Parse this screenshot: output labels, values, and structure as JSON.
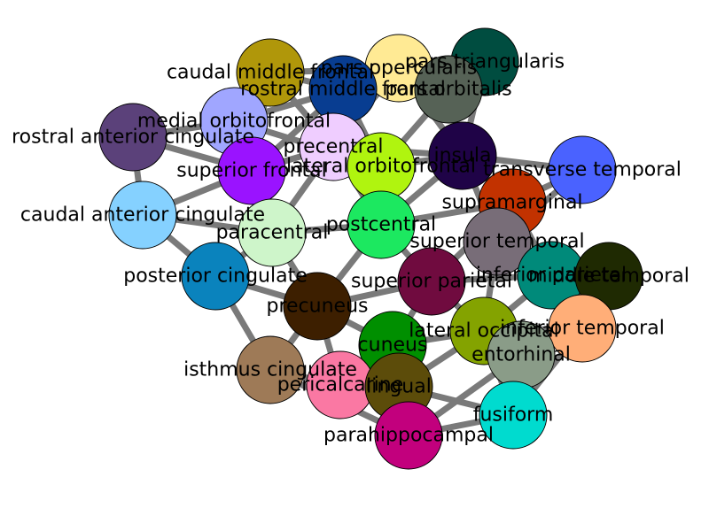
{
  "graph": {
    "nodes": [
      {
        "id": "caudal-middle-frontal",
        "label": "caudal middle frontal",
        "color": "#b0970a"
      },
      {
        "id": "pars-opercularis",
        "label": "pars opercularis",
        "color": "#ffea94"
      },
      {
        "id": "pars-triangularis",
        "label": "pars triangularis",
        "color": "#004d40"
      },
      {
        "id": "rostral-middle-frontal",
        "label": "rostral middle frontal",
        "color": "#083d91"
      },
      {
        "id": "pars-orbitalis",
        "label": "pars orbitalis",
        "color": "#566256"
      },
      {
        "id": "medial-orbitofrontal",
        "label": "medial orbitofrontal",
        "color": "#a0a6ff"
      },
      {
        "id": "rostral-anterior-cingulate",
        "label": "rostral anterior cingulate",
        "color": "#5b417a"
      },
      {
        "id": "precentral",
        "label": "precentral",
        "color": "#efcdff"
      },
      {
        "id": "insula",
        "label": "insula",
        "color": "#1f0347"
      },
      {
        "id": "lateral-orbitofrontal",
        "label": "lateral orbitofrontal",
        "color": "#b0f40f"
      },
      {
        "id": "superior-frontal",
        "label": "superior frontal",
        "color": "#9a13ff"
      },
      {
        "id": "transverse-temporal",
        "label": "transverse temporal",
        "color": "#4a62ff"
      },
      {
        "id": "caudal-anterior-cingulate",
        "label": "caudal anterior cingulate",
        "color": "#85d1ff"
      },
      {
        "id": "supramarginal",
        "label": "supramarginal",
        "color": "#c23200"
      },
      {
        "id": "postcentral",
        "label": "postcentral",
        "color": "#1ce860"
      },
      {
        "id": "paracentral",
        "label": "paracentral",
        "color": "#cef5ca"
      },
      {
        "id": "superior-temporal",
        "label": "superior temporal",
        "color": "#786d78"
      },
      {
        "id": "inferior-parietal",
        "label": "inferior parietal",
        "color": "#008a7a"
      },
      {
        "id": "middle-temporal",
        "label": "middle temporal",
        "color": "#1f2a02"
      },
      {
        "id": "posterior-cingulate",
        "label": "posterior cingulate",
        "color": "#0a83bd"
      },
      {
        "id": "superior-parietal",
        "label": "superior parietal",
        "color": "#700b3f"
      },
      {
        "id": "precuneus",
        "label": "precuneus",
        "color": "#3d1f00"
      },
      {
        "id": "lateral-occipital",
        "label": "lateral occipital",
        "color": "#84a300"
      },
      {
        "id": "inferior-temporal",
        "label": "inferior temporal",
        "color": "#ffae78"
      },
      {
        "id": "cuneus",
        "label": "cuneus",
        "color": "#008f00"
      },
      {
        "id": "entorhinal",
        "label": "entorhinal",
        "color": "#8a9c88"
      },
      {
        "id": "isthmus-cingulate",
        "label": "isthmus cingulate",
        "color": "#9e7a57"
      },
      {
        "id": "pericalcarine",
        "label": "pericalcarine",
        "color": "#fa78a3"
      },
      {
        "id": "lingual",
        "label": "lingual",
        "color": "#5c4c0a"
      },
      {
        "id": "fusiform",
        "label": "fusiform",
        "color": "#00dbcf"
      },
      {
        "id": "parahippocampal",
        "label": "parahippocampal",
        "color": "#c2007d"
      }
    ],
    "edges": [
      [
        "caudal-middle-frontal",
        "rostral-middle-frontal"
      ],
      [
        "caudal-middle-frontal",
        "precentral"
      ],
      [
        "caudal-middle-frontal",
        "superior-frontal"
      ],
      [
        "caudal-middle-frontal",
        "pars-opercularis"
      ],
      [
        "rostral-middle-frontal",
        "pars-opercularis"
      ],
      [
        "rostral-middle-frontal",
        "pars-triangularis"
      ],
      [
        "rostral-middle-frontal",
        "pars-orbitalis"
      ],
      [
        "rostral-middle-frontal",
        "superior-frontal"
      ],
      [
        "rostral-middle-frontal",
        "lateral-orbitofrontal"
      ],
      [
        "rostral-middle-frontal",
        "precentral"
      ],
      [
        "pars-opercularis",
        "pars-triangularis"
      ],
      [
        "pars-opercularis",
        "precentral"
      ],
      [
        "pars-opercularis",
        "insula"
      ],
      [
        "pars-triangularis",
        "pars-orbitalis"
      ],
      [
        "pars-triangularis",
        "insula"
      ],
      [
        "pars-orbitalis",
        "lateral-orbitofrontal"
      ],
      [
        "pars-orbitalis",
        "insula"
      ],
      [
        "medial-orbitofrontal",
        "rostral-anterior-cingulate"
      ],
      [
        "medial-orbitofrontal",
        "superior-frontal"
      ],
      [
        "medial-orbitofrontal",
        "lateral-orbitofrontal"
      ],
      [
        "medial-orbitofrontal",
        "rostral-middle-frontal"
      ],
      [
        "rostral-anterior-cingulate",
        "superior-frontal"
      ],
      [
        "rostral-anterior-cingulate",
        "caudal-anterior-cingulate"
      ],
      [
        "superior-frontal",
        "caudal-anterior-cingulate"
      ],
      [
        "superior-frontal",
        "paracentral"
      ],
      [
        "superior-frontal",
        "precentral"
      ],
      [
        "precentral",
        "postcentral"
      ],
      [
        "precentral",
        "paracentral"
      ],
      [
        "precentral",
        "insula"
      ],
      [
        "lateral-orbitofrontal",
        "insula"
      ],
      [
        "insula",
        "transverse-temporal"
      ],
      [
        "insula",
        "supramarginal"
      ],
      [
        "insula",
        "superior-temporal"
      ],
      [
        "insula",
        "postcentral"
      ],
      [
        "transverse-temporal",
        "supramarginal"
      ],
      [
        "transverse-temporal",
        "superior-temporal"
      ],
      [
        "caudal-anterior-cingulate",
        "paracentral"
      ],
      [
        "caudal-anterior-cingulate",
        "posterior-cingulate"
      ],
      [
        "paracentral",
        "posterior-cingulate"
      ],
      [
        "paracentral",
        "precuneus"
      ],
      [
        "paracentral",
        "postcentral"
      ],
      [
        "postcentral",
        "supramarginal"
      ],
      [
        "postcentral",
        "superior-parietal"
      ],
      [
        "postcentral",
        "precuneus"
      ],
      [
        "supramarginal",
        "superior-temporal"
      ],
      [
        "supramarginal",
        "inferior-parietal"
      ],
      [
        "supramarginal",
        "superior-parietal"
      ],
      [
        "superior-temporal",
        "middle-temporal"
      ],
      [
        "superior-temporal",
        "inferior-parietal"
      ],
      [
        "superior-temporal",
        "lateral-occipital"
      ],
      [
        "inferior-parietal",
        "middle-temporal"
      ],
      [
        "inferior-parietal",
        "lateral-occipital"
      ],
      [
        "inferior-parietal",
        "superior-parietal"
      ],
      [
        "middle-temporal",
        "inferior-temporal"
      ],
      [
        "inferior-temporal",
        "lateral-occipital"
      ],
      [
        "inferior-temporal",
        "entorhinal"
      ],
      [
        "inferior-temporal",
        "fusiform"
      ],
      [
        "posterior-cingulate",
        "precuneus"
      ],
      [
        "posterior-cingulate",
        "isthmus-cingulate"
      ],
      [
        "precuneus",
        "superior-parietal"
      ],
      [
        "precuneus",
        "cuneus"
      ],
      [
        "precuneus",
        "isthmus-cingulate"
      ],
      [
        "precuneus",
        "pericalcarine"
      ],
      [
        "superior-parietal",
        "lateral-occipital"
      ],
      [
        "superior-parietal",
        "cuneus"
      ],
      [
        "lateral-occipital",
        "cuneus"
      ],
      [
        "lateral-occipital",
        "lingual"
      ],
      [
        "lateral-occipital",
        "fusiform"
      ],
      [
        "lateral-occipital",
        "entorhinal"
      ],
      [
        "cuneus",
        "pericalcarine"
      ],
      [
        "cuneus",
        "lingual"
      ],
      [
        "isthmus-cingulate",
        "pericalcarine"
      ],
      [
        "isthmus-cingulate",
        "parahippocampal"
      ],
      [
        "pericalcarine",
        "lingual"
      ],
      [
        "lingual",
        "fusiform"
      ],
      [
        "lingual",
        "parahippocampal"
      ],
      [
        "entorhinal",
        "fusiform"
      ],
      [
        "entorhinal",
        "parahippocampal"
      ],
      [
        "fusiform",
        "parahippocampal"
      ]
    ]
  }
}
